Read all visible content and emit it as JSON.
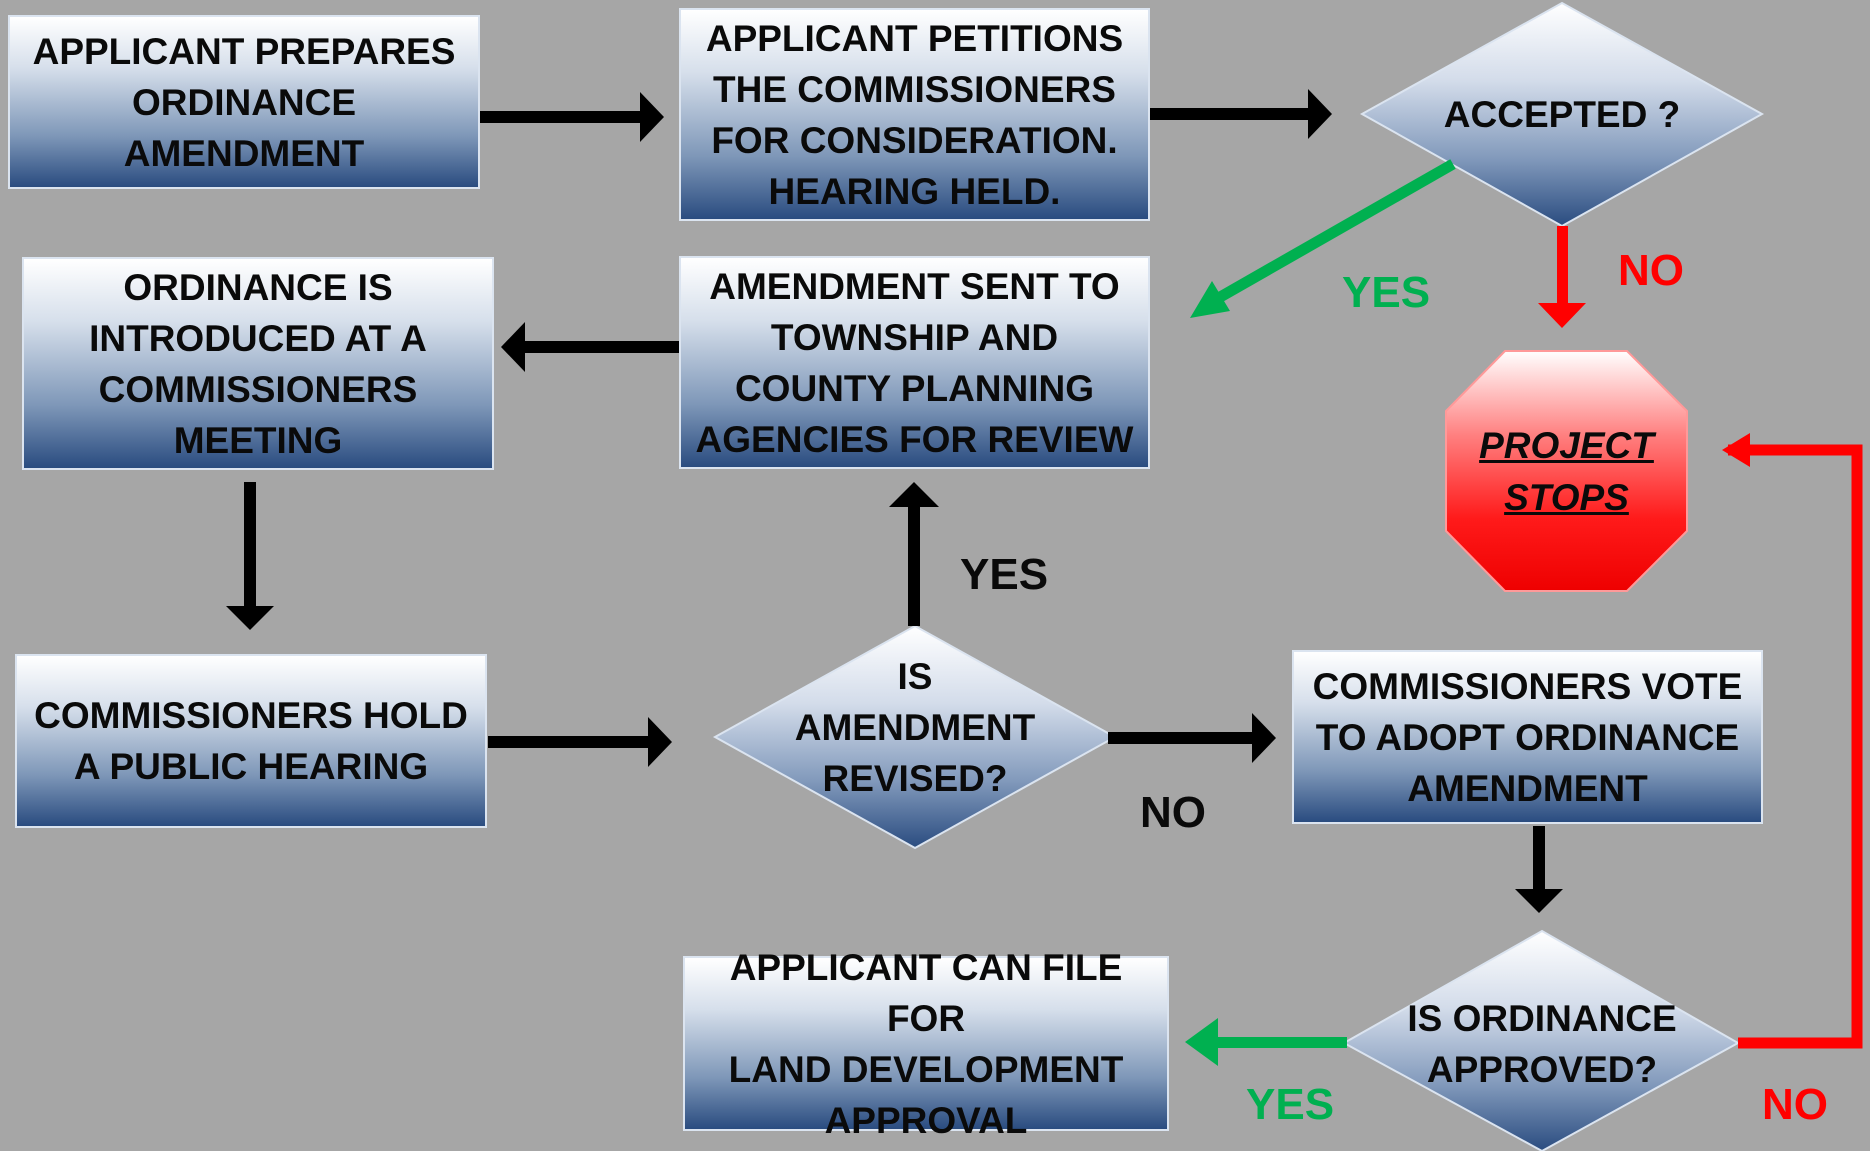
{
  "colors": {
    "background": "#a6a6a6",
    "box_top": "#ffffff",
    "box_bottom": "#2a4c80",
    "arrow": "#000000",
    "yes": "#00b050",
    "no": "#ff0000",
    "stop_sign": "#ff0000"
  },
  "steps": {
    "prepare": "APPLICANT PREPARES\nORDINANCE\nAMENDMENT",
    "petition": "APPLICANT PETITIONS\nTHE COMMISSIONERS\nFOR CONSIDERATION.\nHEARING HELD.",
    "sent_for_review": "AMENDMENT SENT TO\nTOWNSHIP AND\nCOUNTY PLANNING\nAGENCIES FOR REVIEW",
    "introduced": "ORDINANCE IS\nINTRODUCED AT A\nCOMMISSIONERS\nMEETING",
    "public_hearing": "COMMISSIONERS HOLD\nA PUBLIC HEARING",
    "vote": "COMMISSIONERS VOTE\nTO ADOPT ORDINANCE\nAMENDMENT",
    "file_land_dev": "APPLICANT CAN FILE FOR\nLAND DEVELOPMENT\nAPPROVAL"
  },
  "decisions": {
    "accepted": "ACCEPTED ?",
    "revised": "IS\nAMENDMENT\nREVISED?",
    "approved": "IS ORDINANCE\nAPPROVED?"
  },
  "stop": {
    "text": "PROJECT\nSTOPS",
    "icon": "stop-sign-octagon"
  },
  "labels": {
    "accepted_yes": "YES",
    "accepted_no": "NO",
    "revised_yes": "YES",
    "revised_no": "NO",
    "approved_yes": "YES",
    "approved_no": "NO"
  }
}
